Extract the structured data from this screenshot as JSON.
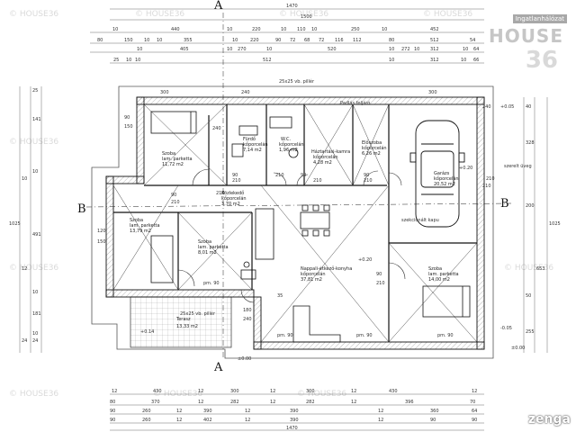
{
  "dimensions": {
    "top_total": "1470",
    "top_mid": "1500",
    "top_row3": [
      "10",
      "440",
      "10",
      "220",
      "10",
      "110",
      "10",
      "250",
      "10",
      "452"
    ],
    "top_row4": [
      "80",
      "150",
      "10",
      "10",
      "355",
      "10",
      "220",
      "90",
      "72",
      "68",
      "72",
      "116",
      "112",
      "80",
      "512",
      "54"
    ],
    "top_row5": [
      "10",
      "405",
      "10",
      "270",
      "10",
      "520",
      "10",
      "272",
      "10",
      "312",
      "10",
      "64"
    ],
    "top_row6": [
      "25",
      "10",
      "10",
      "512",
      "10",
      "312",
      "10",
      "66"
    ],
    "bottom_row1": [
      "12",
      "430",
      "12",
      "300",
      "12",
      "300",
      "12",
      "430",
      "12"
    ],
    "bottom_row2": [
      "80",
      "370",
      "12",
      "282",
      "12",
      "282",
      "12",
      "396",
      "70"
    ],
    "bottom_row3": [
      "90",
      "260",
      "12",
      "390",
      "12",
      "390",
      "12",
      "360",
      "64"
    ],
    "bottom_row4": [
      "90",
      "260",
      "12",
      "402",
      "12",
      "390",
      "12",
      "90",
      "90"
    ],
    "bottom_total": "1470",
    "left_row": [
      "25",
      "141",
      "10",
      "491",
      "10",
      "181",
      "10",
      "24",
      "10",
      "12",
      "24"
    ],
    "left_total": "1025",
    "right_row": [
      "40",
      "328",
      "200",
      "653",
      "50",
      "255"
    ],
    "right_total": "1025",
    "interior": [
      "90",
      "150",
      "300",
      "240",
      "210",
      "90",
      "210",
      "90",
      "210",
      "240",
      "180",
      "240",
      "210",
      "90",
      "210",
      "90",
      "210",
      "120",
      "150",
      "90",
      "210",
      "240",
      "210",
      "300",
      "210",
      "35"
    ]
  },
  "sections": {
    "a_top": "A",
    "a_bottom": "A",
    "b_left": "B",
    "b_right": "B"
  },
  "rooms": [
    {
      "name": "Szoba",
      "floor": "lam. parketta",
      "area": "11,72 m2"
    },
    {
      "name": "Fürdő",
      "floor": "kőporcelán",
      "area": "7,14 m2"
    },
    {
      "name": "W.C.",
      "floor": "kőporcelán",
      "area": "1,96 m2"
    },
    {
      "name": "Háztartási-kamra",
      "floor": "kőporcelán",
      "area": "4,28 m2"
    },
    {
      "name": "Előszoba",
      "floor": "kőporcelán",
      "area": "6,26 m2"
    },
    {
      "name": "Garázs",
      "floor": "kőporcelán",
      "area": "20,52 m2"
    },
    {
      "name": "Közlekedő",
      "floor": "kőporcelán",
      "area": "3,70 m2"
    },
    {
      "name": "Szoba",
      "floor": "lam. parketta",
      "area": "13,79 m2"
    },
    {
      "name": "Szoba",
      "floor": "lam. parketta",
      "area": "8,01 m2"
    },
    {
      "name": "Nappali-étkező-konyha",
      "floor": "kőporcelán",
      "area": "37,81 m2"
    },
    {
      "name": "Szoba",
      "floor": "lam. parketta",
      "area": "14,00 m2"
    },
    {
      "name": "Terasz",
      "floor": "",
      "area": "13,33 m2"
    }
  ],
  "annotations": {
    "pillar_top": "25x25 vb. pillér",
    "pillar_bottom": "25x25 vb. pillér",
    "note_attic": "Padlás feljáró",
    "garage_door": "szekcionált kapu",
    "window_label": "szerelt üveg",
    "elev_main": "+0.20",
    "elev_garage": "+0.20",
    "elev_terrace": "+0.14",
    "elev_ground": "±0.00",
    "elev_ground2": "±0.00",
    "pm_labels": [
      "pm. 90",
      "pm. 90",
      "pm. 90",
      "pm. 90"
    ],
    "sill_labels": [
      "+0.05",
      "-0.05"
    ]
  },
  "branding": {
    "top": "Ingatlanhálózat",
    "main": "HOUSE",
    "num": "36",
    "zenga": "zenga"
  },
  "watermark": "© HOUSE36",
  "colors": {
    "line": "#111111",
    "wall": "#1a1a1a",
    "dim": "#444444",
    "hatch": "#888888"
  }
}
